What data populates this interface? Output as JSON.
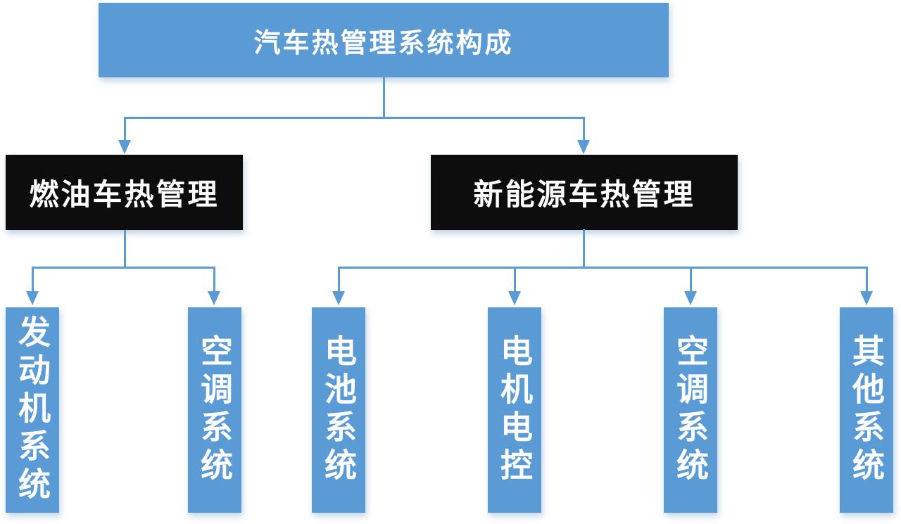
{
  "diagram": {
    "title_node": {
      "label": "汽车热管理系统构成"
    },
    "branches": [
      {
        "label": "燃油车热管理",
        "children": [
          {
            "label": "发动机系统"
          },
          {
            "label": "空调系统"
          }
        ]
      },
      {
        "label": "新能源车热管理",
        "children": [
          {
            "label": "电池系统"
          },
          {
            "label": "电机电控"
          },
          {
            "label": "空调系统"
          },
          {
            "label": "其他系统"
          }
        ]
      }
    ],
    "colors": {
      "node_blue": "#5B9BD5",
      "node_black": "#0D0D0D",
      "connector_blue": "#5B9BD5",
      "text_white": "#FFFFFF"
    }
  }
}
